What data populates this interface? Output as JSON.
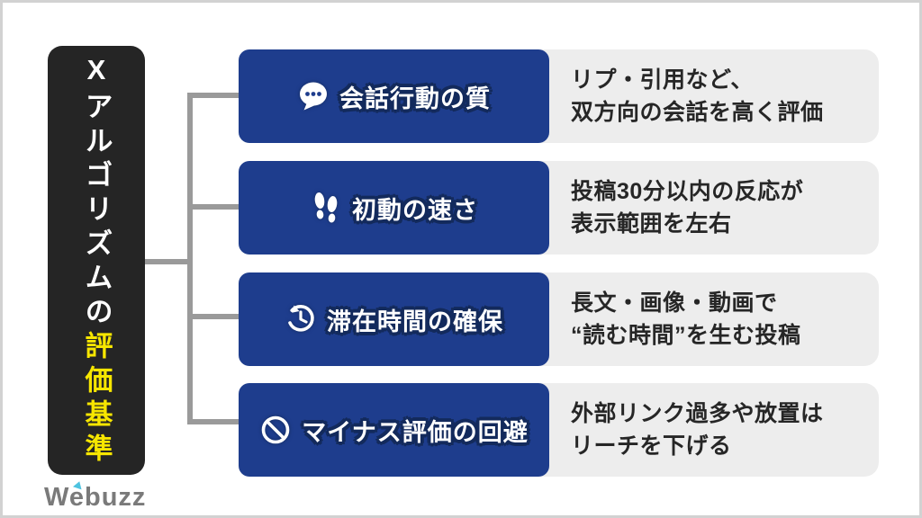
{
  "title_panel": {
    "text_white": "Xアルゴリズムの",
    "text_yellow": "評価基準",
    "background": "#252525",
    "accent_color": "#f7e600"
  },
  "rows": [
    {
      "icon": "speech-bubble-icon",
      "label": "会話行動の質",
      "lines": [
        "リプ・引用など、",
        "双方向の会話を高く評価"
      ]
    },
    {
      "icon": "footprints-icon",
      "label": "初動の速さ",
      "lines": [
        "投稿30分以内の反応が",
        "表示範囲を左右"
      ]
    },
    {
      "icon": "history-clock-icon",
      "label": "滞在時間の確保",
      "lines": [
        "長文・画像・動画で",
        "“読む時間”を生む投稿"
      ]
    },
    {
      "icon": "prohibition-icon",
      "label": "マイナス評価の回避",
      "lines": [
        "外部リンク過多や放置は",
        "リーチを下げる"
      ]
    }
  ],
  "colors": {
    "label_box": "#1e3d8d",
    "label_outline": "#132a5c",
    "desc_box": "#ededed",
    "desc_text": "#262626",
    "connector": "#9a9a9a",
    "frame_border": "#d2d2d2"
  },
  "footer": {
    "logo_text": "Webuzz"
  }
}
